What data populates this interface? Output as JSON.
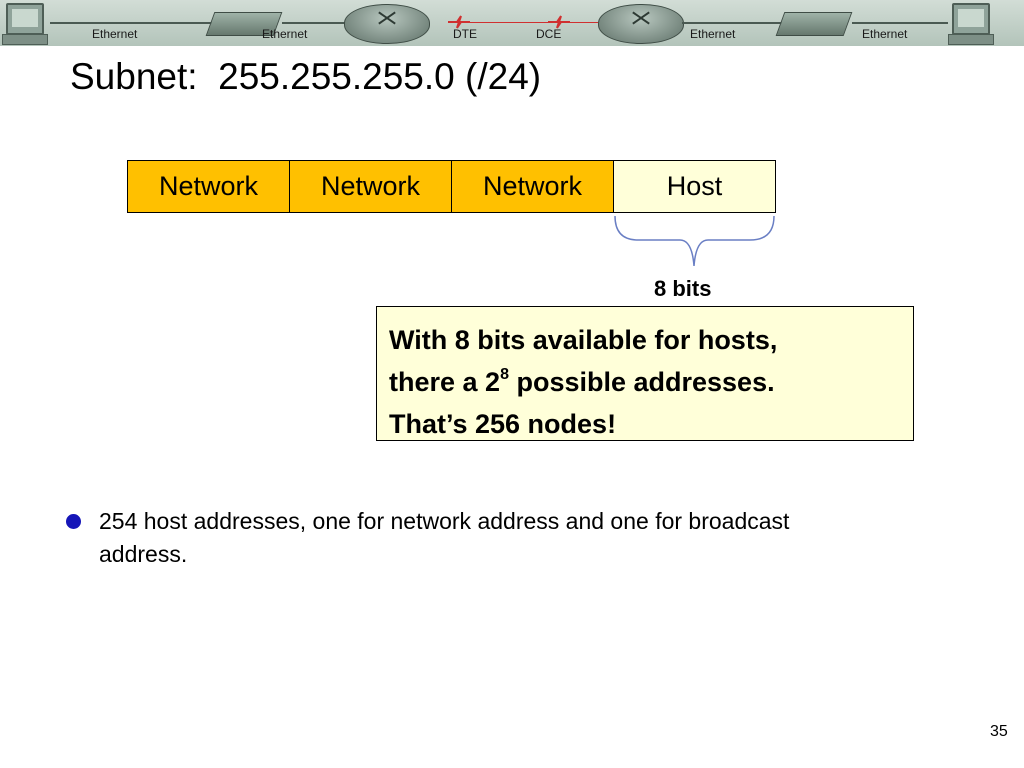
{
  "banner": {
    "labels": [
      "Ethernet",
      "Ethernet",
      "DTE",
      "DCE",
      "Ethernet",
      "Ethernet"
    ]
  },
  "title": {
    "prefix": "Subnet:",
    "mask": "255.255.255.0 (/24)"
  },
  "address": {
    "fields": [
      "Network",
      "Network",
      "Network",
      "Host"
    ]
  },
  "bits_label": "8 bits",
  "callout": {
    "line1": "With 8 bits available for hosts,",
    "line2_before": "there a 2",
    "line2_exponent": "8",
    "line2_after": " possible addresses.",
    "line3": "That’s 256 nodes!"
  },
  "bullets": [
    "254 host addresses, one for network address and one for broadcast address."
  ],
  "page_number": "35",
  "colors": {
    "network_field": "#ffc000",
    "host_field": "#ffffd9",
    "bullet": "#1616b8",
    "brace": "#6a7fc4"
  }
}
